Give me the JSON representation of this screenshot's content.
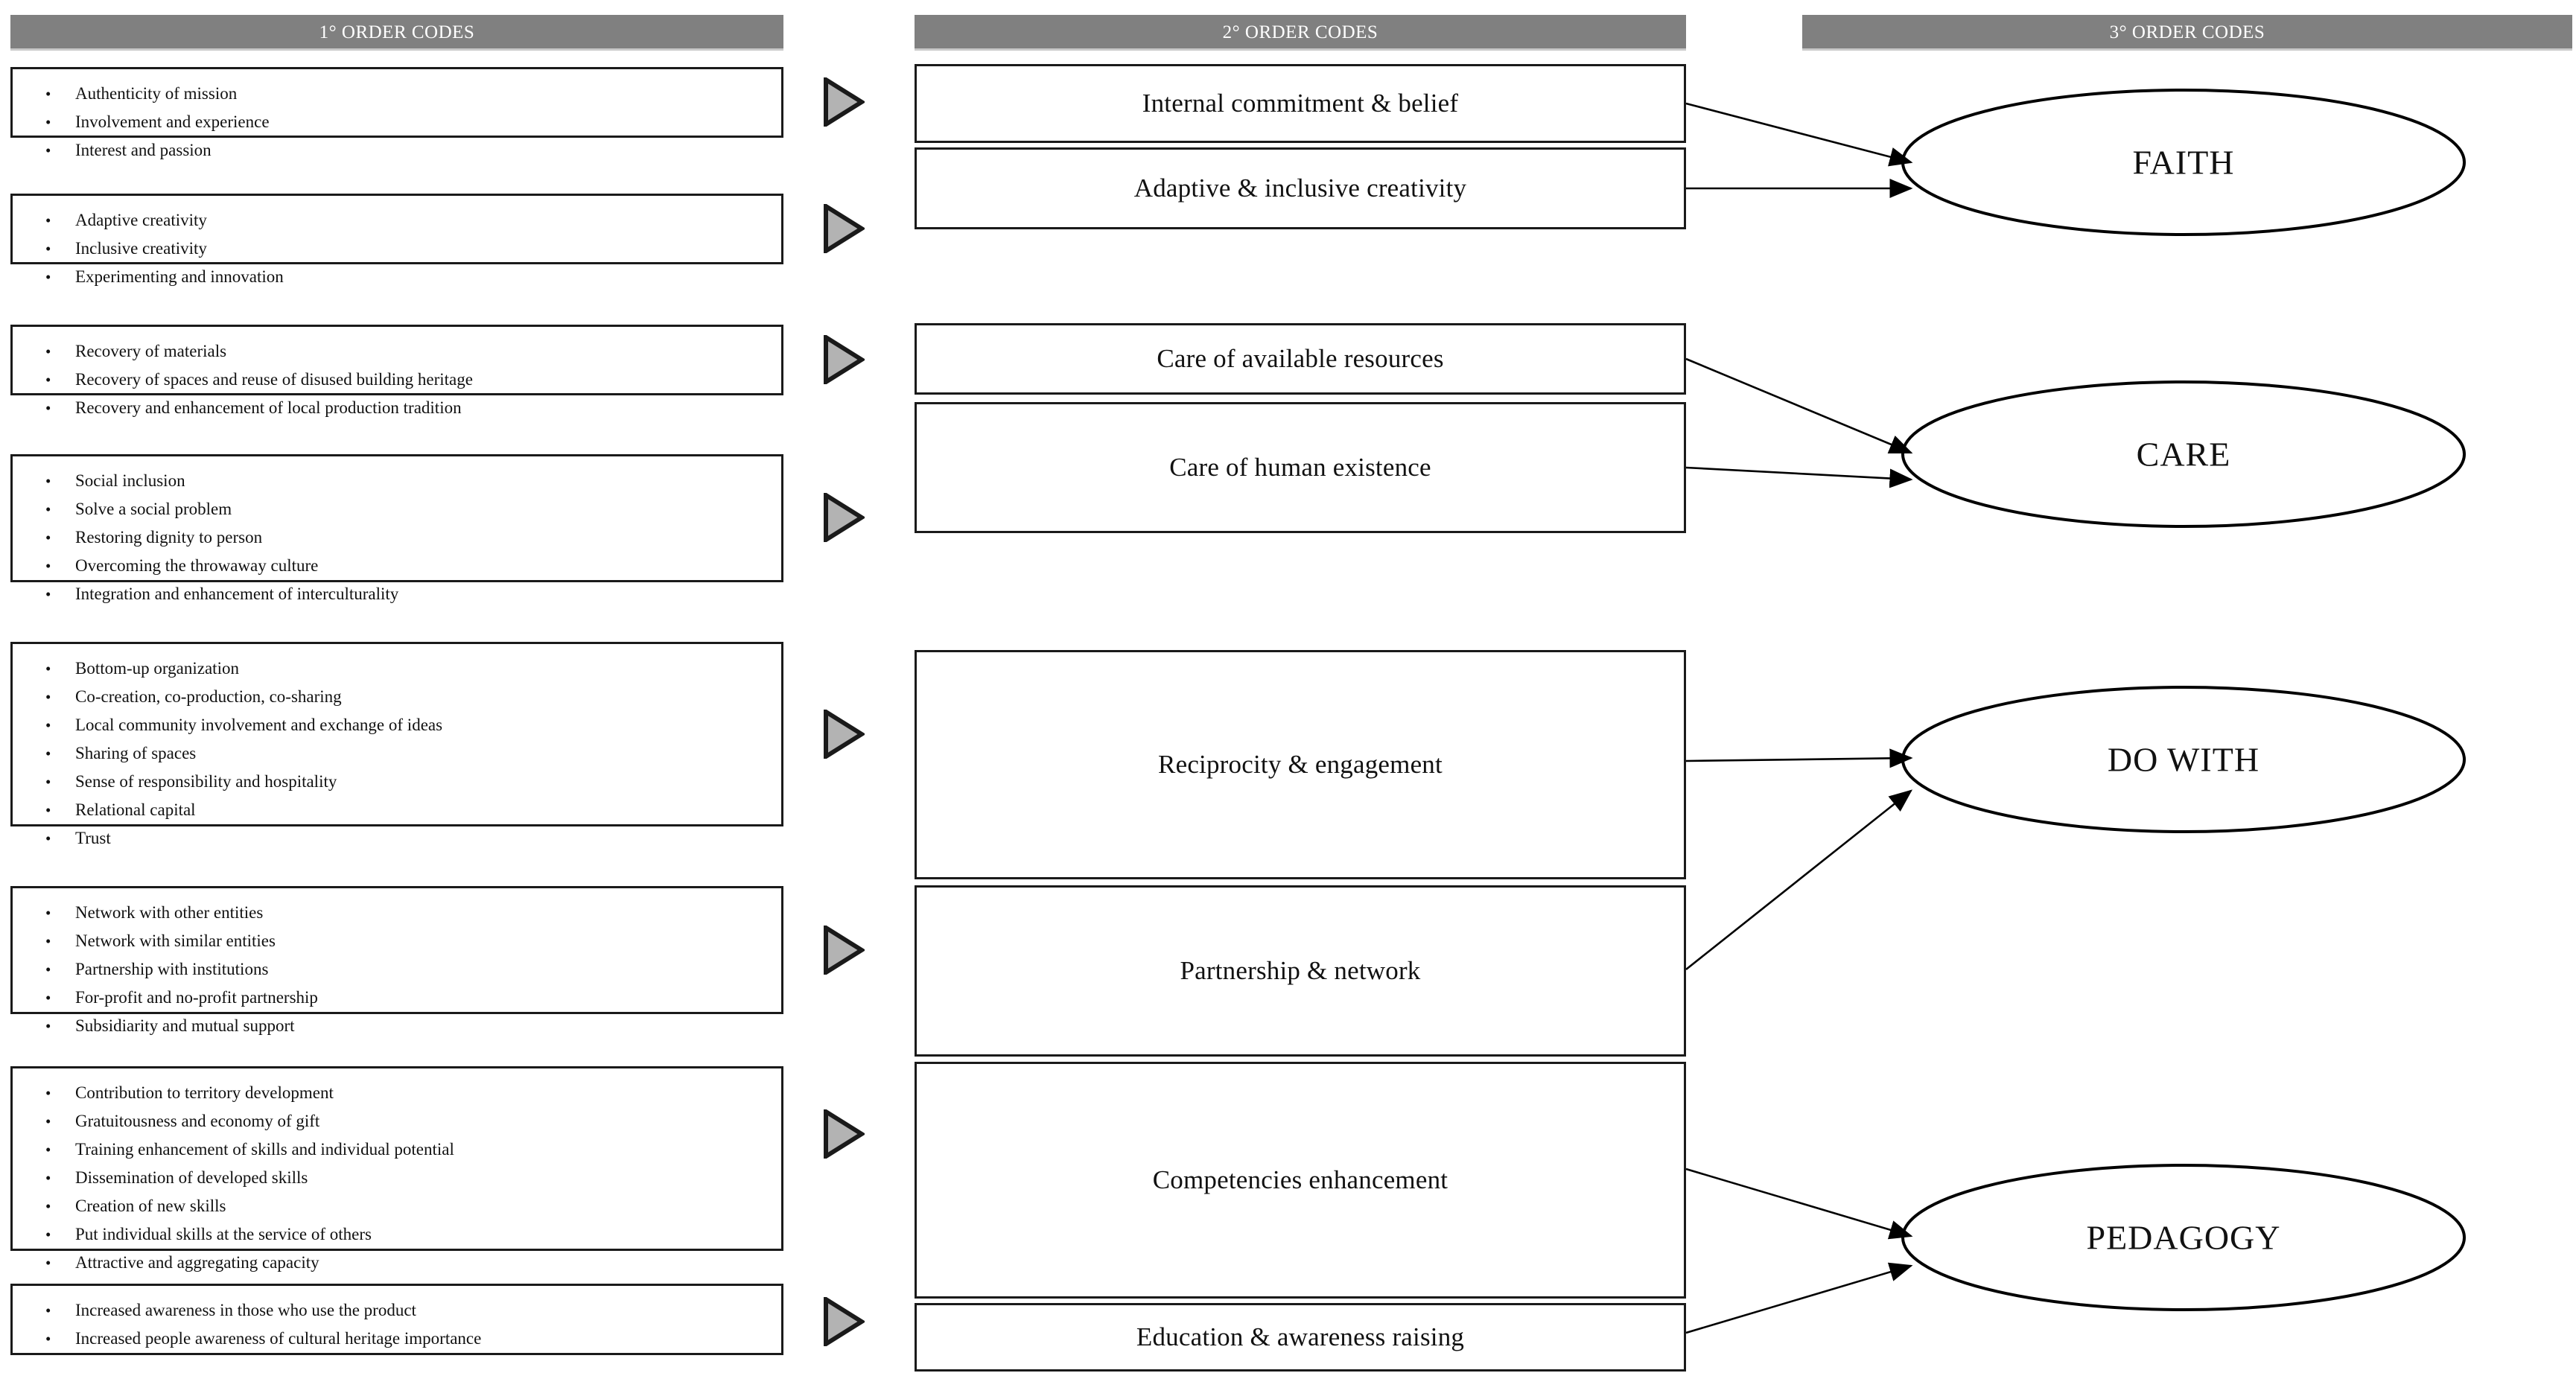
{
  "columns": {
    "first": {
      "header": "1° ORDER CODES"
    },
    "second": {
      "header": "2° ORDER CODES"
    },
    "third": {
      "header": "3° ORDER CODES"
    }
  },
  "first_order_groups": [
    {
      "id": "g1",
      "items": [
        "Authenticity of mission",
        "Involvement and experience",
        "Interest and passion"
      ]
    },
    {
      "id": "g2",
      "items": [
        "Adaptive creativity",
        "Inclusive creativity",
        "Experimenting and innovation"
      ]
    },
    {
      "id": "g3",
      "items": [
        "Recovery of materials",
        "Recovery of spaces and reuse of disused building heritage",
        "Recovery and enhancement of local production tradition"
      ]
    },
    {
      "id": "g4",
      "items": [
        "Social inclusion",
        "Solve a social problem",
        "Restoring dignity to person",
        "Overcoming the throwaway culture",
        "Integration and enhancement of interculturality"
      ]
    },
    {
      "id": "g5",
      "items": [
        "Bottom-up organization",
        "Co-creation, co-production, co-sharing",
        "Local community involvement and exchange of ideas",
        "Sharing of spaces",
        "Sense of responsibility and hospitality",
        "Relational capital",
        "Trust"
      ]
    },
    {
      "id": "g6",
      "items": [
        "Network with other entities",
        "Network with similar entities",
        "Partnership with institutions",
        "For-profit and no-profit partnership",
        "Subsidiarity and mutual support"
      ]
    },
    {
      "id": "g7",
      "items": [
        "Contribution to territory development",
        "Gratuitousness and economy of gift",
        "Training enhancement of skills and individual potential",
        "Dissemination of developed skills",
        "Creation of new skills",
        "Put individual skills at the service of others",
        "Attractive and aggregating capacity"
      ]
    },
    {
      "id": "g8",
      "items": [
        "Increased awareness in those who use the product",
        "Increased people awareness of cultural heritage importance"
      ]
    }
  ],
  "second_order_codes": [
    {
      "id": "s1",
      "label": "Internal commitment & belief"
    },
    {
      "id": "s2",
      "label": "Adaptive & inclusive creativity"
    },
    {
      "id": "s3",
      "label": "Care of available resources"
    },
    {
      "id": "s4",
      "label": "Care of human existence"
    },
    {
      "id": "s5",
      "label": "Reciprocity & engagement"
    },
    {
      "id": "s6",
      "label": "Partnership & network"
    },
    {
      "id": "s7",
      "label": "Competencies enhancement"
    },
    {
      "id": "s8",
      "label": "Education & awareness raising"
    }
  ],
  "third_order_codes": [
    {
      "id": "t1",
      "label": "FAITH"
    },
    {
      "id": "t2",
      "label": "CARE"
    },
    {
      "id": "t3",
      "label": "DO WITH"
    },
    {
      "id": "t4",
      "label": "PEDAGOGY"
    }
  ],
  "links": [
    {
      "from": "s1",
      "to": "t1"
    },
    {
      "from": "s2",
      "to": "t1"
    },
    {
      "from": "s3",
      "to": "t2"
    },
    {
      "from": "s4",
      "to": "t2"
    },
    {
      "from": "s5",
      "to": "t3"
    },
    {
      "from": "s6",
      "to": "t3"
    },
    {
      "from": "s7",
      "to": "t4"
    },
    {
      "from": "s8",
      "to": "t4"
    }
  ],
  "colors": {
    "header_bar": "#808080",
    "header_text": "#ffffff",
    "box_border": "#1a1a1a",
    "triangle_fill": "#b3b3b3",
    "triangle_stroke": "#1a1a1a",
    "text": "#111111"
  }
}
